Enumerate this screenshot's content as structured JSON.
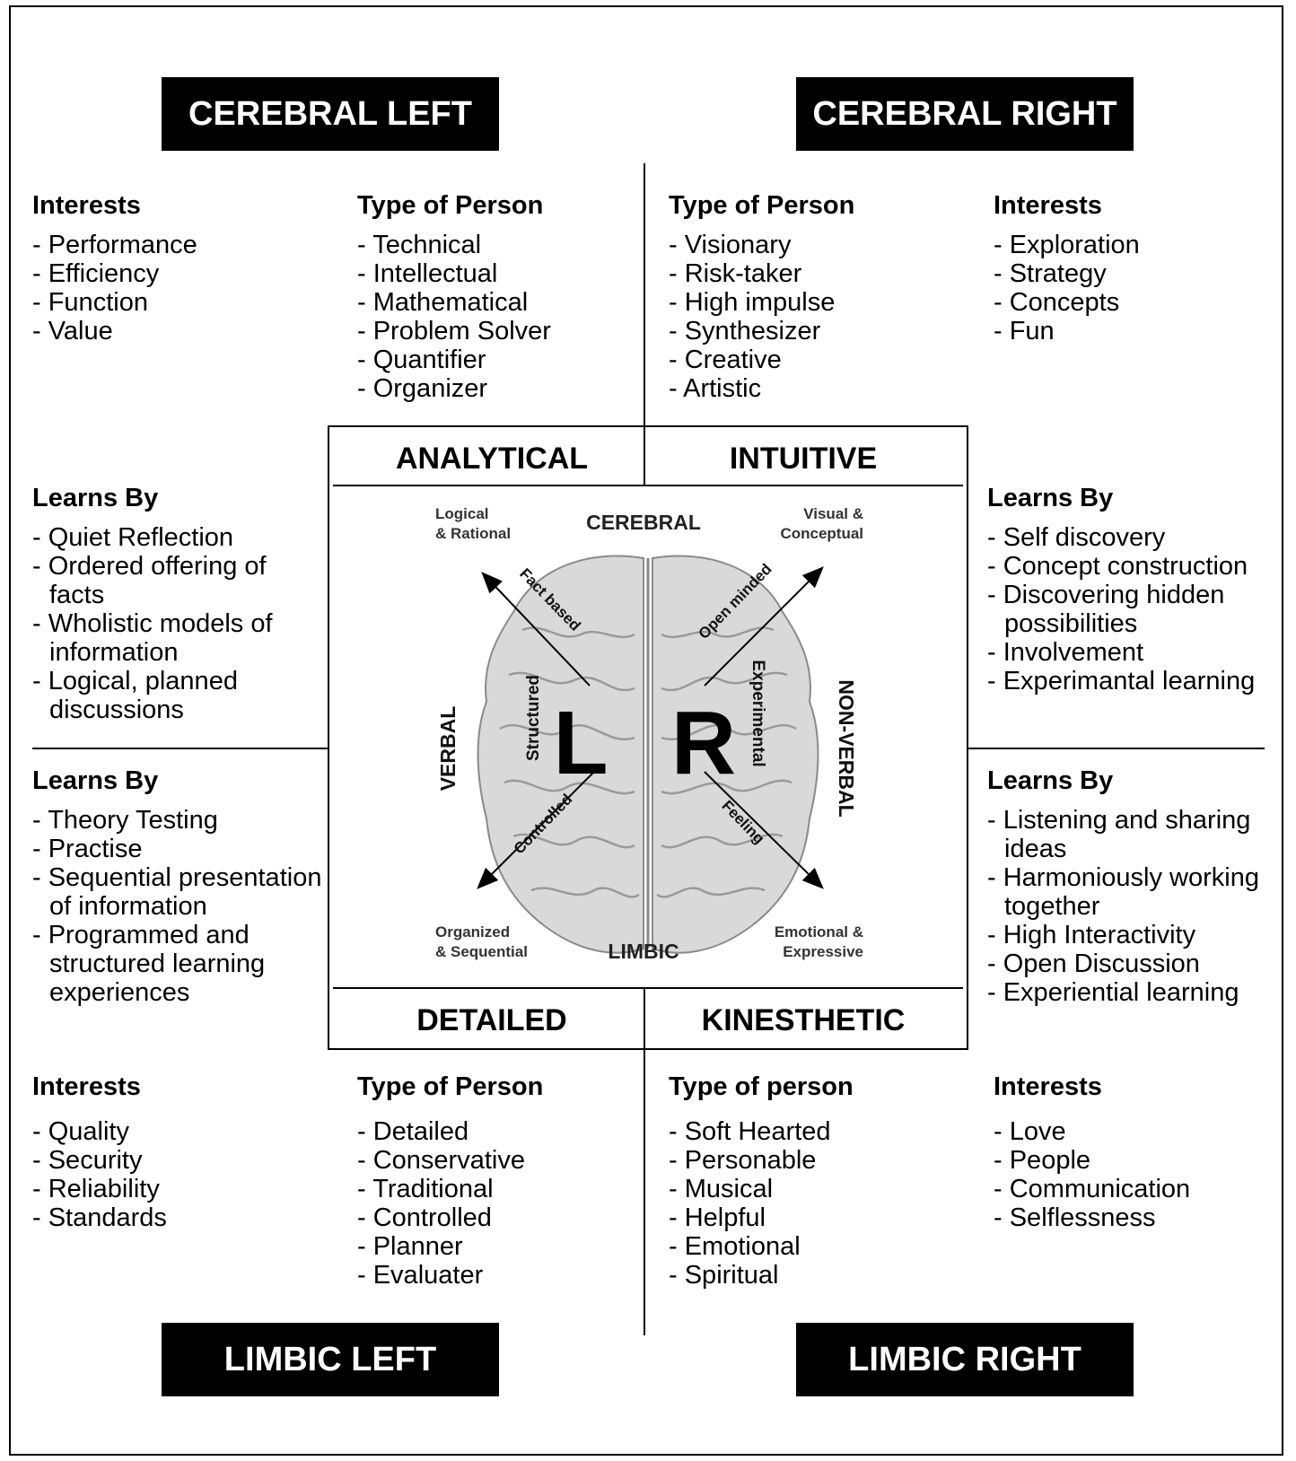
{
  "titles": {
    "cerebral_left": "CEREBRAL LEFT",
    "cerebral_right": "CEREBRAL RIGHT",
    "limbic_left": "LIMBIC LEFT",
    "limbic_right": "LIMBIC RIGHT"
  },
  "quadrant_labels": {
    "analytical": "ANALYTICAL",
    "intuitive": "INTUITIVE",
    "detailed": "DETAILED",
    "kinesthetic": "KINESTHETIC"
  },
  "cerebral_left": {
    "interests": {
      "heading": "Interests",
      "items": [
        "Performance",
        "Efficiency",
        "Function",
        "Value"
      ]
    },
    "type": {
      "heading": "Type of Person",
      "items": [
        "Technical",
        "Intellectual",
        "Mathematical",
        "Problem Solver",
        "Quantifier",
        "Organizer"
      ]
    },
    "learns": {
      "heading": "Learns By",
      "items": [
        "Quiet Reflection",
        "Ordered offering of facts",
        "Wholistic models of information",
        "Logical, planned discussions"
      ]
    }
  },
  "cerebral_right": {
    "type": {
      "heading": "Type of Person",
      "items": [
        "Visionary",
        "Risk-taker",
        "High impulse",
        "Synthesizer",
        "Creative",
        "Artistic"
      ]
    },
    "interests": {
      "heading": "Interests",
      "items": [
        "Exploration",
        "Strategy",
        "Concepts",
        "Fun"
      ]
    },
    "learns": {
      "heading": "Learns By",
      "items": [
        "Self discovery",
        "Concept construction",
        "Discovering hidden possibilities",
        "Involvement",
        "Experimantal learning"
      ]
    }
  },
  "limbic_left": {
    "learns": {
      "heading": "Learns By",
      "items": [
        "Theory Testing",
        "Practise",
        "Sequential presentation of information",
        "Programmed and structured learning experiences"
      ]
    },
    "interests": {
      "heading": "Interests",
      "items": [
        "Quality",
        "Security",
        "Reliability",
        "Standards"
      ]
    },
    "type": {
      "heading": "Type of Person",
      "items": [
        "Detailed",
        "Conservative",
        "Traditional",
        "Controlled",
        "Planner",
        "Evaluater"
      ]
    }
  },
  "limbic_right": {
    "learns": {
      "heading": "Learns By",
      "items": [
        "Listening and sharing ideas",
        "Harmoniously working together",
        "High Interactivity",
        "Open Discussion",
        "Experiential learning"
      ]
    },
    "type": {
      "heading": "Type of person",
      "items": [
        "Soft Hearted",
        "Personable",
        "Musical",
        "Helpful",
        "Emotional",
        "Spiritual"
      ]
    },
    "interests": {
      "heading": "Interests",
      "items": [
        "Love",
        "People",
        "Communication",
        "Selflessness"
      ]
    }
  },
  "brain": {
    "top": "CEREBRAL",
    "bottom": "LIMBIC",
    "left_side": "VERBAL",
    "right_side": "NON-VERBAL",
    "left_letter": "L",
    "right_letter": "R",
    "corner_tl": [
      "Logical",
      "& Rational"
    ],
    "corner_tr": [
      "Visual &",
      "Conceptual"
    ],
    "corner_bl": [
      "Organized",
      "& Sequential"
    ],
    "corner_br": [
      "Emotional &",
      "Expressive"
    ],
    "arrow_tl": "Fact based",
    "arrow_tr": "Open minded",
    "arrow_bl": "Controlled",
    "arrow_br": "Feeling",
    "left_vertical": "Structured",
    "right_vertical": "Experimental"
  }
}
